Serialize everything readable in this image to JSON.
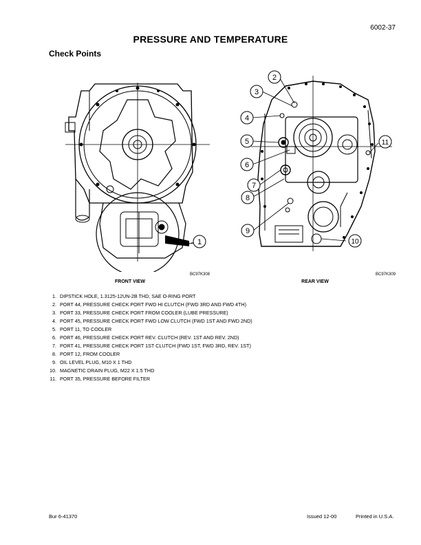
{
  "page_number": "6002-37",
  "title": "PRESSURE AND TEMPERATURE",
  "section_heading": "Check Points",
  "figures": {
    "front": {
      "code": "BC97K308",
      "label": "FRONT VIEW",
      "callouts": [
        "1"
      ]
    },
    "rear": {
      "code": "BC97K309",
      "label": "REAR VIEW",
      "callouts": [
        "2",
        "3",
        "4",
        "5",
        "6",
        "7",
        "8",
        "9",
        "10",
        "11"
      ]
    }
  },
  "parts": [
    {
      "num": "1.",
      "text": "DIPSTICK HOLE, 1.3125-12UN-2B THD, SAE O-RING PORT"
    },
    {
      "num": "2.",
      "text": "PORT 44, PRESSURE CHECK PORT FWD HI CLUTCH (FWD 3RD AND FWD 4TH)"
    },
    {
      "num": "3.",
      "text": "PORT 33, PRESSURE CHECK PORT FROM COOLER (LUBE PRESSURE)"
    },
    {
      "num": "4.",
      "text": "PORT 45, PRESSURE CHECK PORT FWD LOW CLUTCH (FWD 1ST AND FWD 2ND)"
    },
    {
      "num": "5.",
      "text": "PORT 11, TO COOLER"
    },
    {
      "num": "6.",
      "text": "PORT 46, PRESSURE CHECK PORT REV. CLUTCH (REV. 1ST AND REV. 2ND)"
    },
    {
      "num": "7.",
      "text": "PORT 41, PRESSURE CHECK PORT 1ST CLUTCH (FWD 1ST, FWD 3RD, REV. 1ST)"
    },
    {
      "num": "8.",
      "text": "PORT 12, FROM COOLER"
    },
    {
      "num": "9.",
      "text": "OIL LEVEL PLUG, M10 X 1 THD"
    },
    {
      "num": "10.",
      "text": "MAGNETIC DRAIN PLUG, M22 X 1.5 THD"
    },
    {
      "num": "11.",
      "text": "PORT 35, PRESSURE BEFORE FILTER"
    }
  ],
  "footer": {
    "left": "Bur 6-41370",
    "issued": "Issued 12-00",
    "printed": "Printed in U.S.A."
  }
}
